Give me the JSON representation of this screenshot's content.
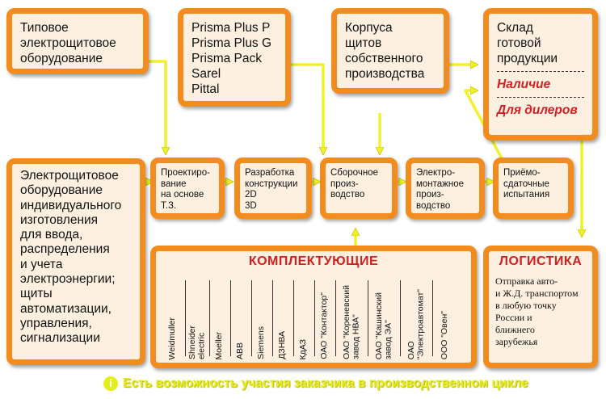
{
  "typical": [
    "Типовое",
    "электрощитовое",
    "оборудование"
  ],
  "brands": [
    "Prisma Plus P",
    "Prisma Plus G",
    "Prisma Pack",
    "Sarel",
    "Pittal"
  ],
  "housings": [
    "Корпуса",
    "щитов",
    "собственного",
    "производства"
  ],
  "warehouse": {
    "lines": [
      "Склад",
      "готовой",
      "продукции"
    ],
    "availability": "Наличие",
    "dealers": "Для дилеров"
  },
  "custom": [
    "Электрощитовое",
    "оборудование",
    "индивидуального",
    "изготовления",
    "для ввода,",
    "распределения",
    "и учета",
    "электроэнергии;",
    "щиты",
    "автоматизации,",
    "управления,",
    "сигнализации"
  ],
  "steps": {
    "design": [
      "Проектиро-",
      "вание",
      "на основе",
      "Т.З."
    ],
    "development": [
      "Разработка",
      "конструкции",
      "2D",
      "3D"
    ],
    "assembly": [
      "Сборочное",
      "произ-",
      "водство"
    ],
    "electrical": [
      "Электро-",
      "монтажное",
      "произ-",
      "водство"
    ],
    "testing": [
      "Приёмо-",
      "сдаточные",
      "испытания"
    ]
  },
  "components": {
    "title": "КОМПЛЕКТУЮЩИЕ",
    "items": [
      "Weidmuller",
      "Shneider\nelectric",
      "Moeller",
      "ABB",
      "Siemens",
      "ДЗНВА",
      "КдАЗ",
      "ОАО \"Контактор\"",
      "ОАО \"Кореневский\nзавод НВА\"",
      "ОАО \"Кашинский\nзавод ЭА\"",
      "ОАО\n\"Электроавтомат\"",
      "ООО \"Овен\""
    ]
  },
  "logistics": {
    "title": "ЛОГИСТИКА",
    "lines": [
      "Отправка авто-",
      "и Ж.Д. транспортом",
      "в любую точку",
      "России и",
      "ближнего",
      "зарубежья"
    ]
  },
  "footer": {
    "icon": "info-icon",
    "text": "Есть возможность участия заказчика в производственном цикле"
  },
  "colors": {
    "accent": "#f28c1e",
    "fill": "#fdf0e0",
    "highlight": "#d12020",
    "arrow": "#f2f02a"
  }
}
